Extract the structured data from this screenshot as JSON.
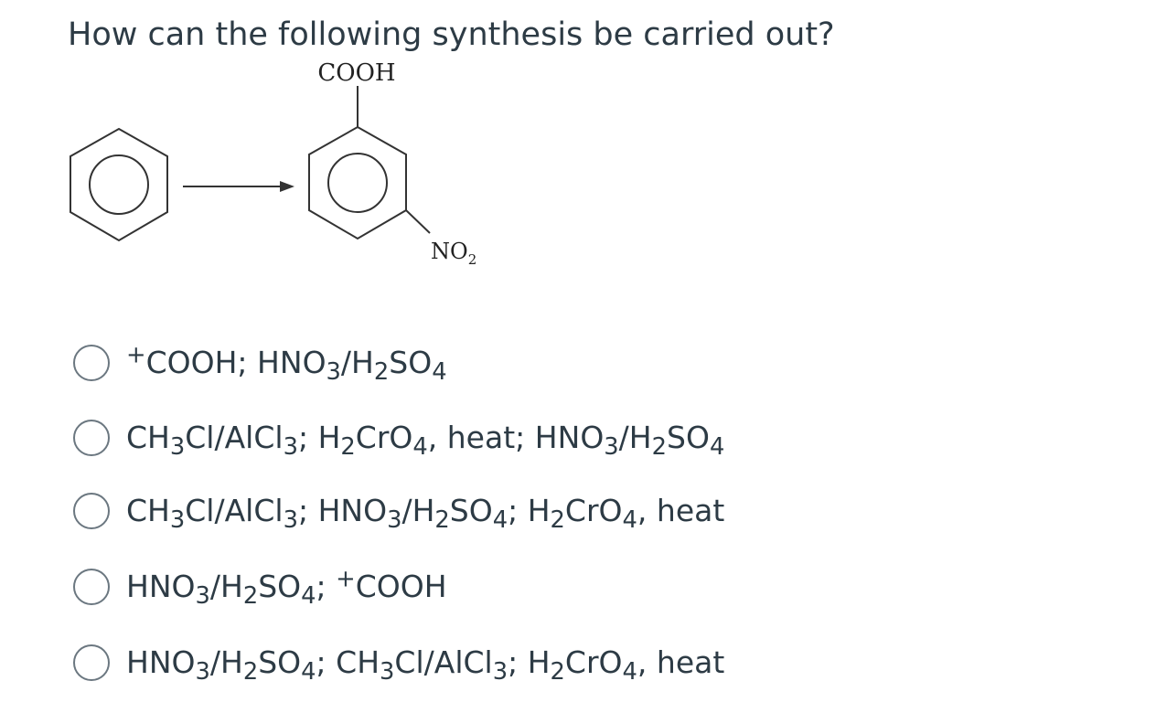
{
  "question": {
    "text": "How can the following synthesis be carried out?"
  },
  "diagram": {
    "substituent_top": "COOH",
    "substituent_bottom": "NO",
    "substituent_bottom_sub": "2"
  },
  "options": [
    {
      "label": "⁺COOH; HNO3/H2SO4"
    },
    {
      "label": "CH3Cl/AlCl3; H2CrO4, heat; HNO3/H2SO4"
    },
    {
      "label": "CH3Cl/AlCl3; HNO3/H2SO4; H2CrO4, heat"
    },
    {
      "label": "HNO3/H2SO4; ⁺COOH"
    },
    {
      "label": "HNO3/H2SO4; CH3Cl/AlCl3; H2CrO4, heat"
    }
  ]
}
